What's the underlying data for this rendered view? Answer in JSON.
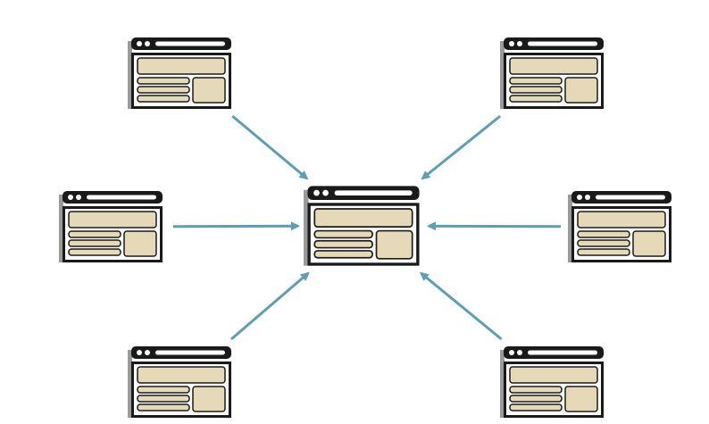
{
  "diagram": {
    "type": "hub-and-spoke",
    "hub": {
      "id": "center",
      "icon": "browser-window-icon"
    },
    "nodes": [
      {
        "id": "top-left",
        "icon": "browser-window-icon"
      },
      {
        "id": "top-right",
        "icon": "browser-window-icon"
      },
      {
        "id": "middle-left",
        "icon": "browser-window-icon"
      },
      {
        "id": "middle-right",
        "icon": "browser-window-icon"
      },
      {
        "id": "bottom-left",
        "icon": "browser-window-icon"
      },
      {
        "id": "bottom-right",
        "icon": "browser-window-icon"
      }
    ],
    "edges": [
      {
        "from": "top-left",
        "to": "center",
        "direction": "to-hub"
      },
      {
        "from": "top-right",
        "to": "center",
        "direction": "to-hub"
      },
      {
        "from": "middle-left",
        "to": "center",
        "direction": "to-hub"
      },
      {
        "from": "middle-right",
        "to": "center",
        "direction": "to-hub"
      },
      {
        "from": "bottom-left",
        "to": "center",
        "direction": "to-hub"
      },
      {
        "from": "bottom-right",
        "to": "center",
        "direction": "to-hub"
      }
    ],
    "colors": {
      "arrow": "#5b9fb5",
      "frame": "#1a1a1a",
      "fill": "#e6d9b8",
      "shadow": "#9a9a9a",
      "background": "#ffffff"
    }
  }
}
